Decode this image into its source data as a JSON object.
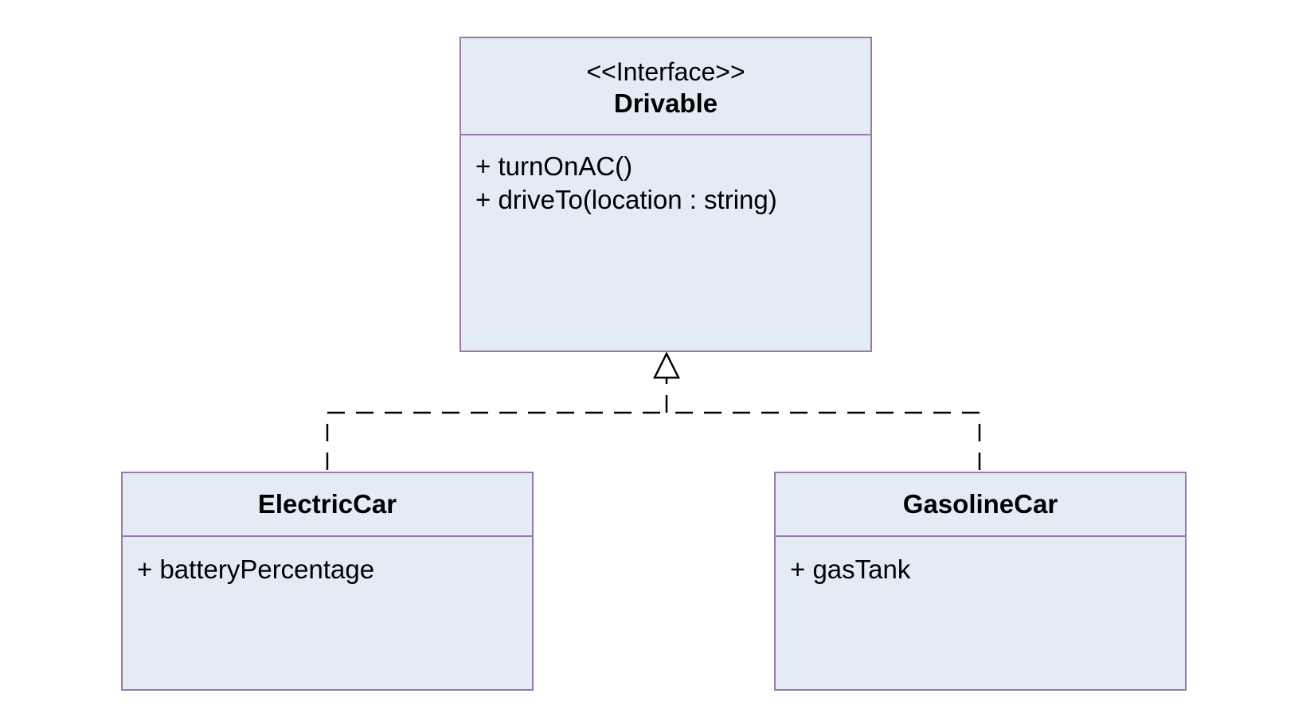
{
  "diagram": {
    "type": "uml-class-diagram",
    "colors": {
      "class_fill": "#e3ebf4",
      "class_border": "#9b78a8",
      "connector": "#000000",
      "background": "#ffffff"
    },
    "classes": {
      "drivable": {
        "stereotype": "<<Interface>>",
        "name": "Drivable",
        "members": [
          "+ turnOnAC()",
          "+ driveTo(location : string)"
        ]
      },
      "electric_car": {
        "name": "ElectricCar",
        "members": [
          "+ batteryPercentage"
        ]
      },
      "gasoline_car": {
        "name": "GasolineCar",
        "members": [
          "+ gasTank"
        ]
      }
    },
    "relationships": [
      {
        "type": "realization",
        "from": "ElectricCar",
        "to": "Drivable"
      },
      {
        "type": "realization",
        "from": "GasolineCar",
        "to": "Drivable"
      }
    ]
  }
}
